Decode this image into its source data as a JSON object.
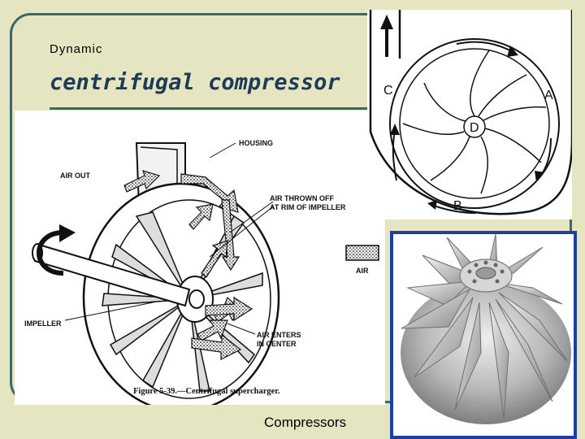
{
  "slide": {
    "subtitle": "Dynamic",
    "title": "centrifugal compressor",
    "footer": "Compressors"
  },
  "supercharger": {
    "labels": {
      "housing": "HOUSING",
      "air_out": "AIR OUT",
      "thrown_1": "AIR THROWN OFF",
      "thrown_2": "AT RIM OF IMPELLER",
      "air": "AIR",
      "impeller": "IMPELLER",
      "enters_1": "AIR ENTERS",
      "enters_2": "IN CENTER"
    },
    "caption": "Figure 5-39.—Centrifugal supercharger."
  },
  "vanes": {
    "labels": {
      "c": "C",
      "a": "A",
      "d": "D",
      "b": "B"
    }
  },
  "colors": {
    "background": "#e5e5c2",
    "frame": "#3d6666",
    "title": "#1e3a54",
    "photo_bg": "#1d3fa3"
  }
}
